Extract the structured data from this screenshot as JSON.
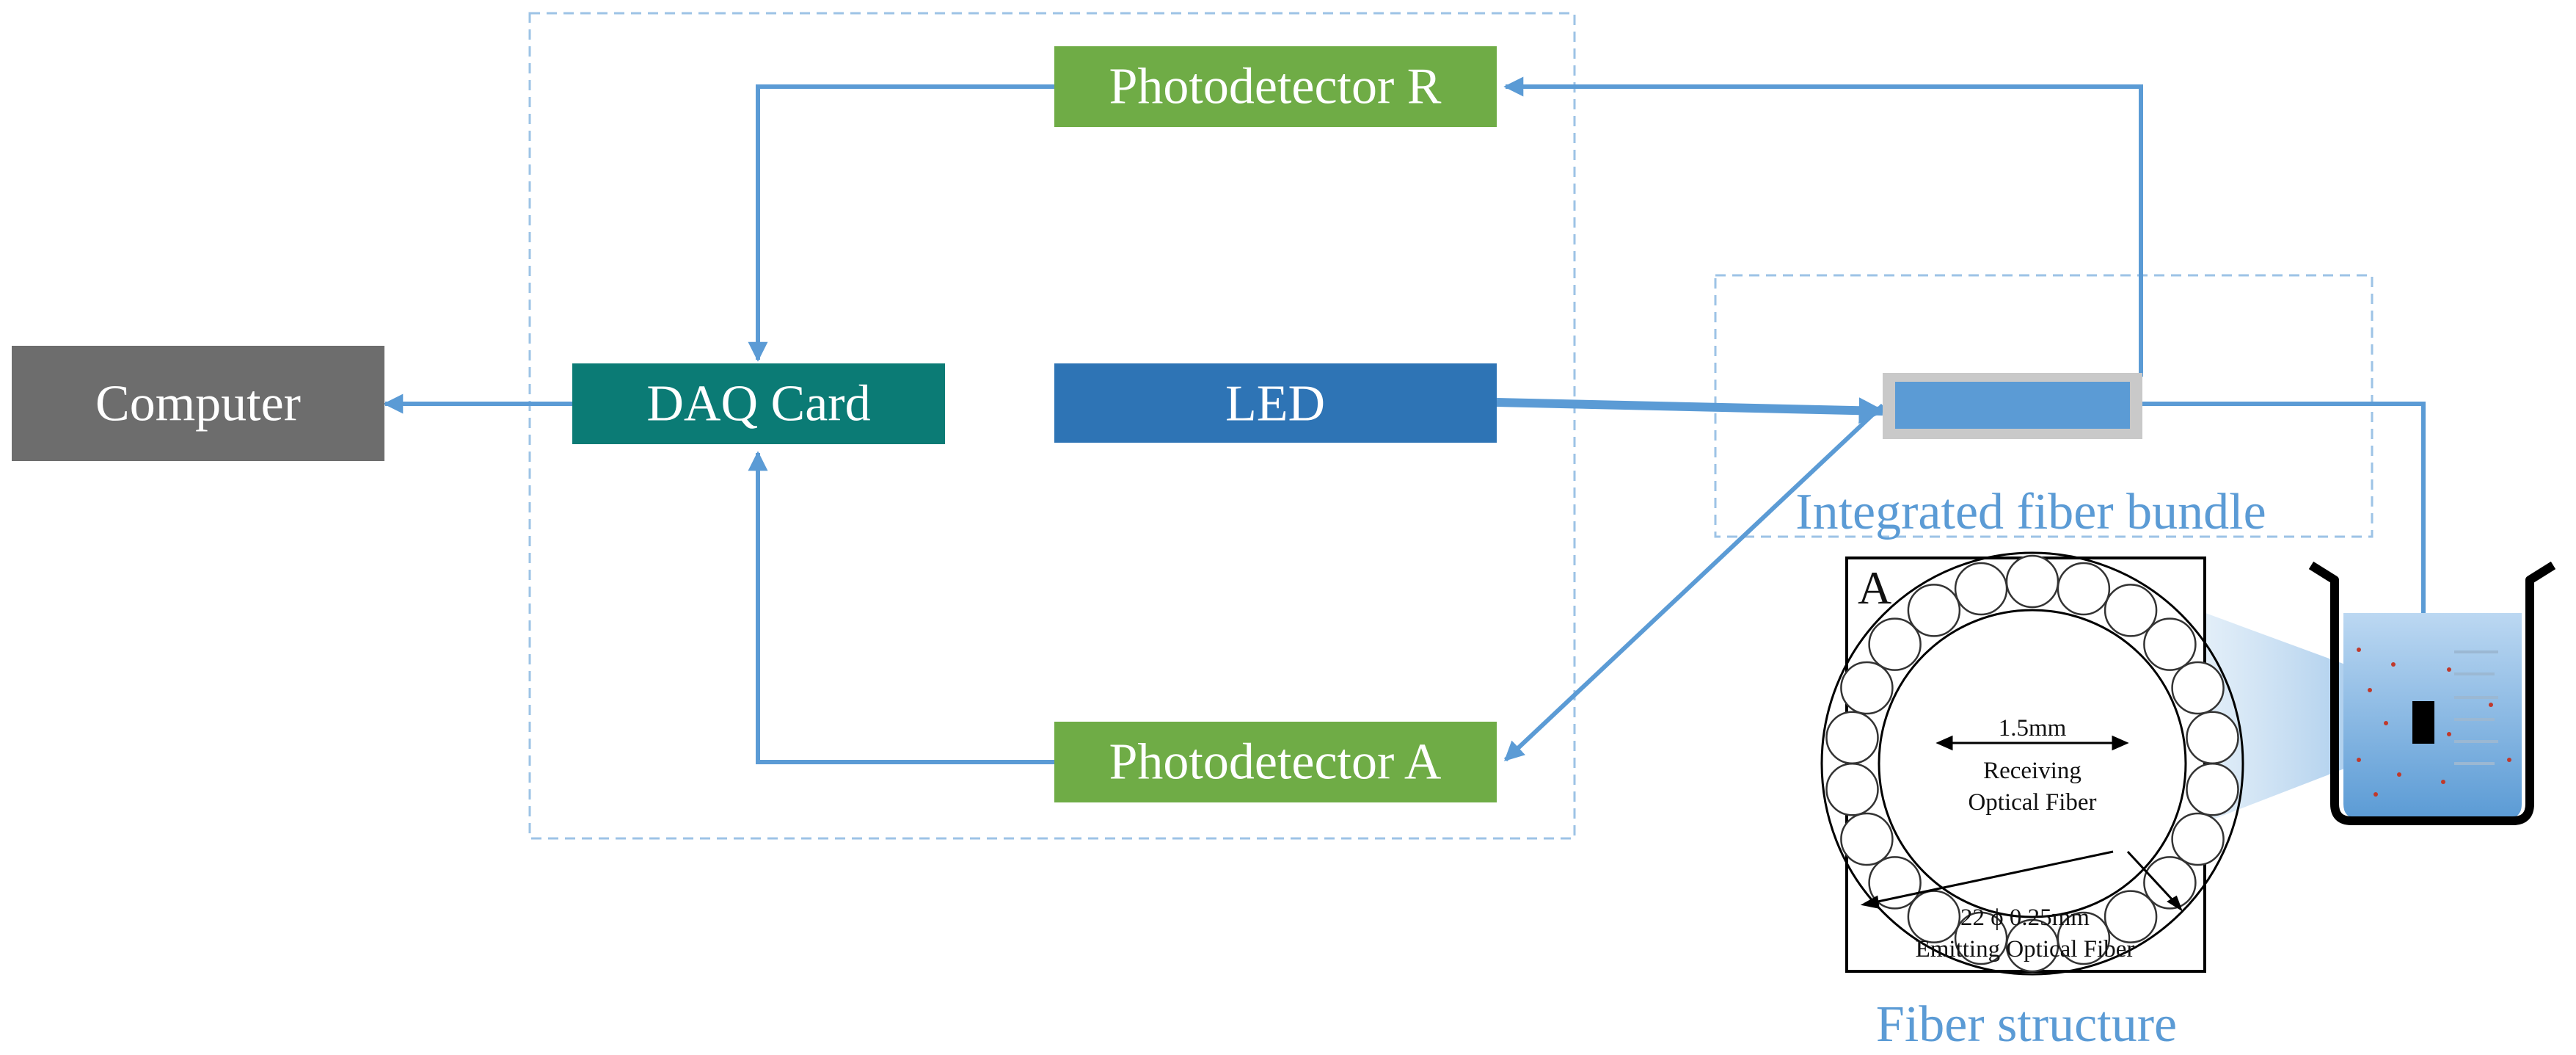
{
  "blocks": {
    "computer": "Computer",
    "daq_card": "DAQ Card",
    "led": "LED",
    "photodetector_r": "Photodetector R",
    "photodetector_a": "Photodetector A"
  },
  "captions": {
    "integrated_bundle": "Integrated fiber bundle",
    "fiber_structure": "Fiber structure"
  },
  "inset": {
    "panel_letter": "A",
    "center_dimension": "1.5mm",
    "receiving_line1": "Receiving",
    "receiving_line2": "Optical Fiber",
    "emitting_line1": "22 ϕ 0.25mm",
    "emitting_line2": "Emitting Optical Fiber"
  },
  "colors": {
    "computer_box": "#6d6d6d",
    "daq_box": "#0b7b75",
    "led_box": "#2e74b5",
    "photodetector_box": "#6fac46",
    "arrow": "#5b9bd5",
    "caption": "#5b9bd5",
    "dashed_frame": "#9dc3e6"
  }
}
